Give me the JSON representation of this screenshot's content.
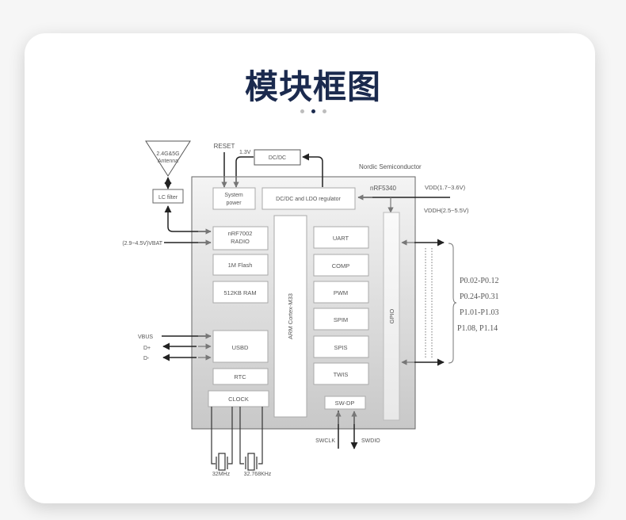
{
  "page": {
    "title": "模块框图",
    "carousel": {
      "count": 3,
      "active_index": 1
    }
  },
  "diagram": {
    "vendor_label": "Nordic Semiconductor",
    "chip_label": "nRF5340",
    "antenna_label_line1": "2.4G&5G",
    "antenna_label_line2": "Antenna",
    "lc_filter": "LC filter",
    "reset": "RESET",
    "v13": "1.3V",
    "dcdc": "DC/DC",
    "system_power_line1": "System",
    "system_power_line2": "power",
    "regulator": "DC/DC and LDO regulator",
    "vdd": "VDD(1.7~3.6V)",
    "vddh": "VDDH(2.5~5.5V)",
    "vbat": "(2.9~4.5V)VBAT",
    "radio_line1": "nRF7002",
    "radio_line2": "RADIO",
    "flash": "1M Flash",
    "ram": "512KB RAM",
    "core": "ARM Cortex-M33",
    "peripherals": [
      "UART",
      "COMP",
      "PWM",
      "SPIM",
      "SPIS",
      "TWIS"
    ],
    "gpio": "GPIO",
    "usb_signals": [
      "VBUS",
      "D+",
      "D-"
    ],
    "usbd": "USBD",
    "rtc": "RTC",
    "clock": "CLOCK",
    "crystals": [
      "32MHz",
      "32.768KHz"
    ],
    "swdp": "SW-DP",
    "swclk": "SWCLK",
    "swdio": "SWDIO",
    "pin_groups": [
      "P0.02-P0.12",
      "P0.24-P0.31",
      "P1.01-P1.03",
      "P1.08,  P1.14"
    ]
  }
}
